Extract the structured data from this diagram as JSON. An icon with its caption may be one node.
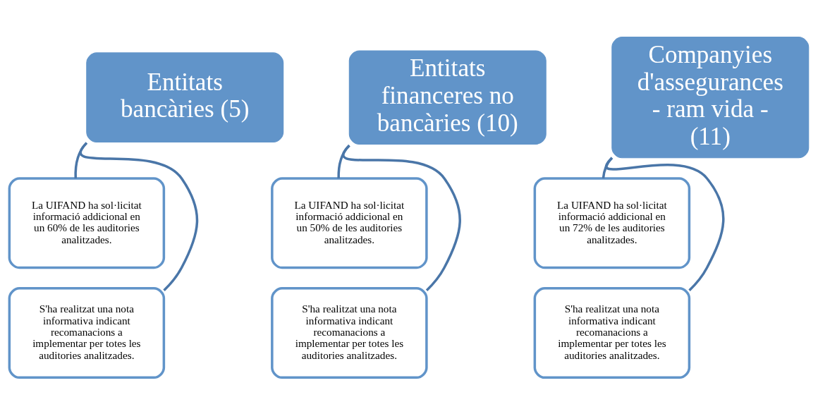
{
  "diagram": {
    "nodes": [
      {
        "text": [
          "Entitats bancàries (5)"
        ]
      },
      {
        "text": [
          "La UIFAND ha sol·licitat informació addicional en un 60% de les auditories analitzades."
        ]
      },
      {
        "text": [
          "S'ha realitzat una nota informativa indicant recomanacions a implementar per totes les auditories analitzades."
        ]
      },
      {
        "text": [
          "Entitats financeres no bancàries (10)"
        ]
      },
      {
        "text": [
          "La UIFAND ha sol·licitat informació addicional en un 50% de les auditories analitzades."
        ]
      },
      {
        "text": [
          "S'ha realitzat una nota informativa indicant recomanacions a implementar per totes les auditories analitzades."
        ]
      },
      {
        "text": [
          "Companyies d'assegurances - ram vida - (11)"
        ]
      },
      {
        "text": [
          "La UIFAND ha sol·licitat informació addicional en un 72% de les auditories analitzades."
        ]
      },
      {
        "text": [
          "S'ha realitzat una nota informativa indicant recomanacions a implementar per totes les auditories analitzades."
        ]
      }
    ],
    "edges": [
      {
        "from": 0,
        "to": 1,
        "arrow": "none"
      },
      {
        "from": 0,
        "to": 2,
        "arrow": "none"
      },
      {
        "from": 3,
        "to": 4,
        "arrow": "none"
      },
      {
        "from": 3,
        "to": 5,
        "arrow": "none"
      },
      {
        "from": 6,
        "to": 7,
        "arrow": "none"
      },
      {
        "from": 6,
        "to": 8,
        "arrow": "none"
      }
    ]
  }
}
